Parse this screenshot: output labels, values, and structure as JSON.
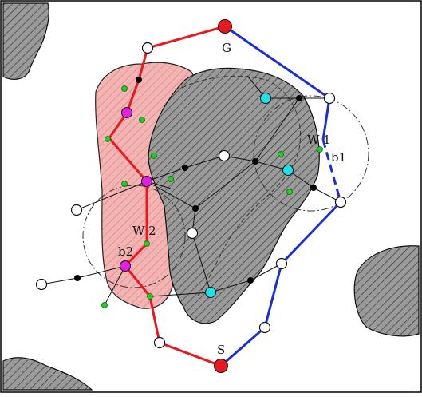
{
  "labels": {
    "goal": "G",
    "start": "S",
    "w1": "W 1",
    "w2": "W 2",
    "b1": "b1",
    "b2": "b2"
  },
  "colors": {
    "red_path": "#e8191f",
    "blue_path": "#1b2fd6",
    "obstacle_fill": "#9e9e9e",
    "inflated_region_fill": "#f4b6b6",
    "magenta_node": "#e51ee8",
    "cyan_node": "#1ee0e5",
    "green_node": "#22cc22"
  }
}
